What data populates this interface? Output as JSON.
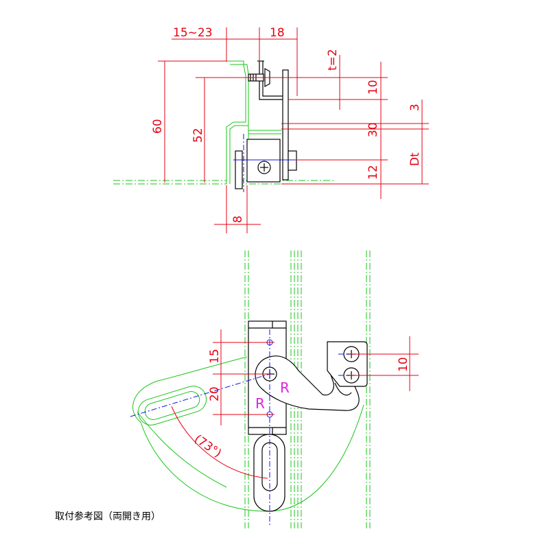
{
  "dimensions": {
    "top_width": "15~23",
    "top_depth": "18",
    "thickness": "t=2",
    "height_60": "60",
    "height_52": "52",
    "height_10": "10",
    "height_30": "30",
    "height_3": "3",
    "height_12": "12",
    "dt": "Dt",
    "offset_8": "8",
    "spacing_15": "15",
    "spacing_20": "20",
    "spacing_10": "10",
    "angle": "(73°)"
  },
  "radius_labels": [
    "R",
    "R"
  ],
  "caption": "取付参考図（両開き用）",
  "colors": {
    "dimension": "#e60012",
    "frame": "#18c418",
    "part": "#000000",
    "centerline": "#1010e0",
    "radius": "#e020e0"
  }
}
